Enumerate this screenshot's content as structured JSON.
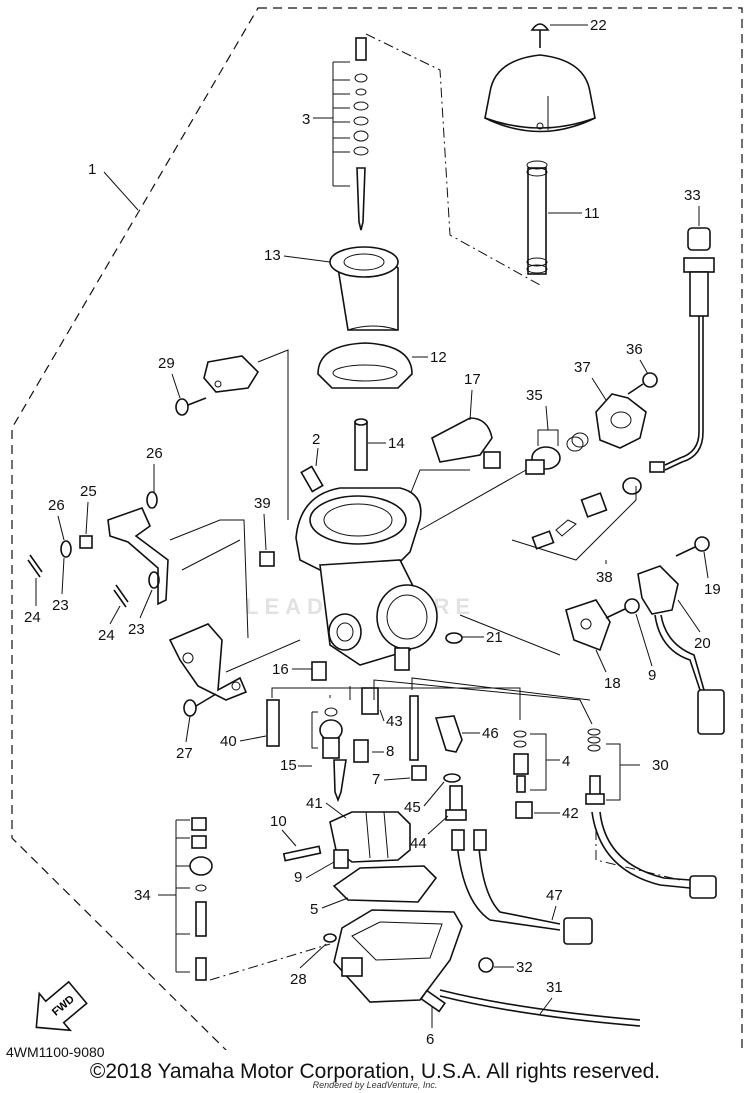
{
  "diagram": {
    "callouts": [
      "1",
      "2",
      "3",
      "4",
      "5",
      "6",
      "7",
      "8",
      "9",
      "9",
      "10",
      "11",
      "12",
      "13",
      "14",
      "15",
      "16",
      "17",
      "18",
      "19",
      "20",
      "21",
      "22",
      "23",
      "23",
      "24",
      "24",
      "25",
      "26",
      "26",
      "27",
      "28",
      "29",
      "30",
      "31",
      "32",
      "33",
      "34",
      "35",
      "36",
      "37",
      "38",
      "39",
      "40",
      "41",
      "42",
      "43",
      "44",
      "45",
      "46",
      "47"
    ],
    "fwd_label": "FWD",
    "part_code": "4WM1100-9080",
    "watermark": "LEADVENTURE"
  },
  "footer": {
    "copyright": "©2018 Yamaha Motor Corporation, U.S.A. All rights reserved.",
    "rendered_by": "Rendered by LeadVenture, Inc."
  }
}
